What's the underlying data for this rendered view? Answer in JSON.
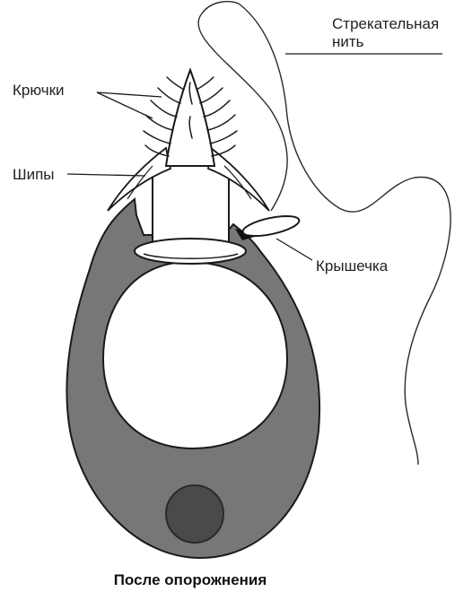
{
  "labels": {
    "hooks": "Крючки",
    "spines": "Шипы",
    "thread_line1": "Стрекательная",
    "thread_line2": "нить",
    "lid": "Крышечка"
  },
  "caption": "После опорожнения",
  "colors": {
    "capsule_wall": "#777777",
    "outline": "#1a1a1a",
    "background": "#ffffff",
    "nucleus": "#4a4a4a",
    "nucleus_rim": "#2a2a2a",
    "lid_shadow": "#111111"
  }
}
